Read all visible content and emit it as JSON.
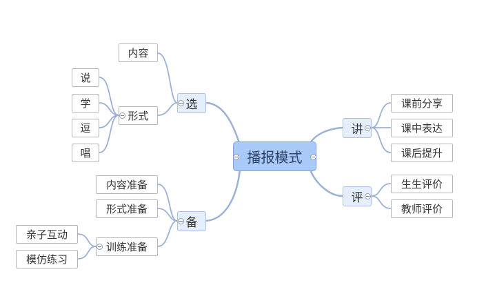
{
  "map": {
    "root": "播报模式",
    "xuan": {
      "label": "选",
      "content": "内容",
      "form": {
        "label": "形式",
        "items": [
          "说",
          "学",
          "逗",
          "唱"
        ]
      }
    },
    "bei": {
      "label": "备",
      "items": [
        "内容准备",
        "形式准备"
      ],
      "training": {
        "label": "训练准备",
        "items": [
          "亲子互动",
          "模仿练习"
        ]
      }
    },
    "jiang": {
      "label": "讲",
      "items": [
        "课前分享",
        "课中表达",
        "课后提升"
      ]
    },
    "ping": {
      "label": "评",
      "items": [
        "生生评价",
        "教师评价"
      ]
    }
  },
  "colors": {
    "connector": "#9bb0d6",
    "root_fill": "#a9c9f8",
    "branch_fill": "#e4eefc"
  }
}
